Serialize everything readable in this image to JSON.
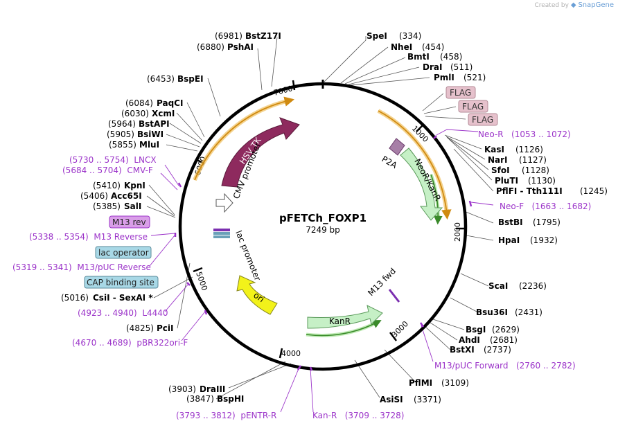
{
  "watermark": {
    "prefix": "Created by",
    "brand": "SnapGene"
  },
  "plasmid": {
    "name": "pFETCh_FOXP1",
    "length_label": "7249 bp",
    "length": 7249
  },
  "ticks": [
    "1000",
    "2000",
    "3000",
    "4000",
    "5000",
    "6000",
    "7000"
  ],
  "colors": {
    "enzyme": "#000000",
    "primer": "#9b33c9",
    "leader": "#555555"
  },
  "features": [
    {
      "label": "HSV TK",
      "color": "#8e2a5e"
    },
    {
      "label": "NeoR/KanR",
      "color": "#c6f0c6"
    },
    {
      "label": "KanR",
      "color": "#c6f0c6"
    },
    {
      "label": "ori",
      "color": "#f2f21a"
    },
    {
      "label": "CMV promoter",
      "color": "#ffffff"
    },
    {
      "label": "lac promoter",
      "color": "#ffffff"
    },
    {
      "label": "P2A",
      "color": "#a77fa7"
    },
    {
      "label": "M13 fwd",
      "color": "#7b2fb0"
    }
  ],
  "boxed_features": [
    {
      "label": "FLAG",
      "color": "#e6c1cc"
    },
    {
      "label": "FLAG",
      "color": "#e6c1cc"
    },
    {
      "label": "FLAG",
      "color": "#e6c1cc"
    },
    {
      "label": "M13 rev",
      "color": "#d99ee8"
    },
    {
      "label": "lac operator",
      "color": "#a8d8e6"
    },
    {
      "label": "CAP binding site",
      "color": "#a8d8e6"
    }
  ],
  "left_sites": [
    {
      "pos": "(6981)",
      "name": "BstZ17I"
    },
    {
      "pos": "(6880)",
      "name": "PshAI"
    },
    {
      "pos": "(6453)",
      "name": "BspEI"
    },
    {
      "pos": "(6084)",
      "name": "PaqCI"
    },
    {
      "pos": "(6030)",
      "name": "XcmI"
    },
    {
      "pos": "(5964)",
      "name": "BstAPI"
    },
    {
      "pos": "(5905)",
      "name": "BsiWI"
    },
    {
      "pos": "(5855)",
      "name": "MluI"
    },
    {
      "pos": "(5410)",
      "name": "KpnI"
    },
    {
      "pos": "(5406)",
      "name": "Acc65I"
    },
    {
      "pos": "(5385)",
      "name": "SalI"
    },
    {
      "pos": "(5016)",
      "name": "CsiI - SexAI *"
    },
    {
      "pos": "(4825)",
      "name": "PciI"
    },
    {
      "pos": "(3903)",
      "name": "DraIII"
    },
    {
      "pos": "(3847)",
      "name": "BspHI"
    }
  ],
  "right_sites": [
    {
      "name": "SpeI",
      "pos": "(334)"
    },
    {
      "name": "NheI",
      "pos": "(454)"
    },
    {
      "name": "BmtI",
      "pos": "(458)"
    },
    {
      "name": "DraI",
      "pos": "(511)"
    },
    {
      "name": "PmlI",
      "pos": "(521)"
    },
    {
      "name": "KasI",
      "pos": "(1126)"
    },
    {
      "name": "NarI",
      "pos": "(1127)"
    },
    {
      "name": "SfoI",
      "pos": "(1128)"
    },
    {
      "name": "PluTI",
      "pos": "(1130)"
    },
    {
      "name": "PflFI - Tth111I",
      "pos": "(1245)"
    },
    {
      "name": "BstBI",
      "pos": "(1795)"
    },
    {
      "name": "HpaI",
      "pos": "(1932)"
    },
    {
      "name": "ScaI",
      "pos": "(2236)"
    },
    {
      "name": "Bsu36I",
      "pos": "(2431)"
    },
    {
      "name": "BsgI",
      "pos": "(2629)"
    },
    {
      "name": "AhdI",
      "pos": "(2681)"
    },
    {
      "name": "BstXI",
      "pos": "(2737)"
    },
    {
      "name": "PflMI",
      "pos": "(3109)"
    },
    {
      "name": "AsiSI",
      "pos": "(3371)"
    }
  ],
  "primers": [
    {
      "text": "Neo-R   (1053 .. 1072)"
    },
    {
      "text": "Neo-F   (1663 .. 1682)"
    },
    {
      "text": "M13/pUC Forward   (2760 .. 2782)"
    },
    {
      "text": "(3793 .. 3812)  pENTR-R"
    },
    {
      "text": "Kan-R   (3709 .. 3728)"
    },
    {
      "text": "(5730 .. 5754)  LNCX"
    },
    {
      "text": "(5684 .. 5704)  CMV-F"
    },
    {
      "text": "(5338 .. 5354)  M13 Reverse"
    },
    {
      "text": "(5319 .. 5341)  M13/pUC Reverse"
    },
    {
      "text": "(4923 .. 4940)  L4440"
    },
    {
      "text": "(4670 .. 4689)  pBR322ori-F"
    }
  ]
}
